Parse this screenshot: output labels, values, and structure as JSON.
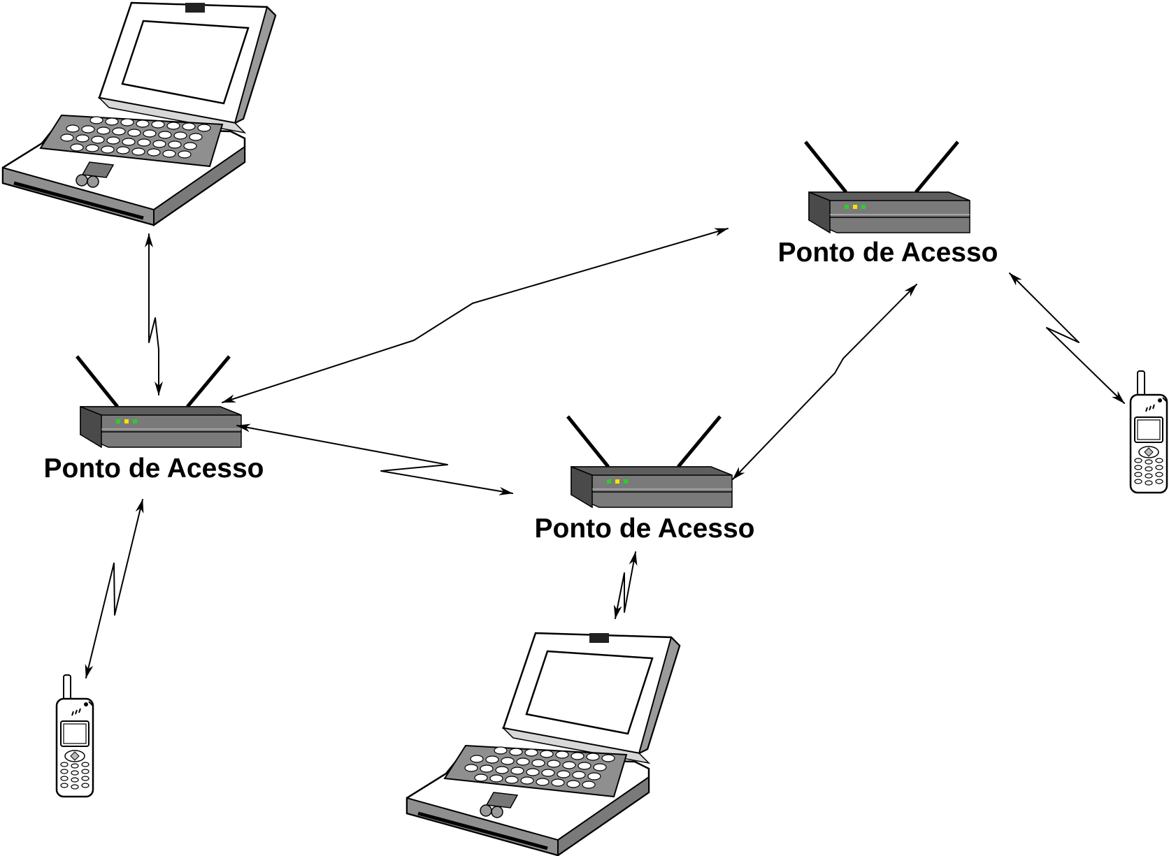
{
  "access_points": [
    {
      "id": "ap-left",
      "label": "Ponto de Acesso"
    },
    {
      "id": "ap-center",
      "label": "Ponto de Acesso"
    },
    {
      "id": "ap-right",
      "label": "Ponto de Acesso"
    }
  ],
  "devices": [
    {
      "id": "laptop-top-left",
      "kind": "laptop"
    },
    {
      "id": "laptop-bottom",
      "kind": "laptop"
    },
    {
      "id": "phone-left",
      "kind": "mobile-phone"
    },
    {
      "id": "phone-right",
      "kind": "mobile-phone"
    }
  ],
  "links": [
    {
      "from": "laptop-top-left",
      "to": "ap-left",
      "type": "wireless-bidirectional"
    },
    {
      "from": "ap-left",
      "to": "ap-right",
      "type": "wireless-bidirectional"
    },
    {
      "from": "ap-left",
      "to": "ap-center",
      "type": "wireless-bidirectional"
    },
    {
      "from": "ap-center",
      "to": "ap-right",
      "type": "wireless-bidirectional"
    },
    {
      "from": "ap-right",
      "to": "phone-right",
      "type": "wireless-bidirectional"
    },
    {
      "from": "ap-left",
      "to": "phone-left",
      "type": "wireless-bidirectional"
    },
    {
      "from": "ap-center",
      "to": "laptop-bottom",
      "type": "wireless-bidirectional"
    }
  ],
  "colors": {
    "router_body": "#7a7a7a",
    "router_top": "#5e5e5e",
    "led_green": "#2ecc2e",
    "led_yellow": "#f2e600",
    "laptop_gray": "#8f8f8f",
    "line": "#000000"
  }
}
